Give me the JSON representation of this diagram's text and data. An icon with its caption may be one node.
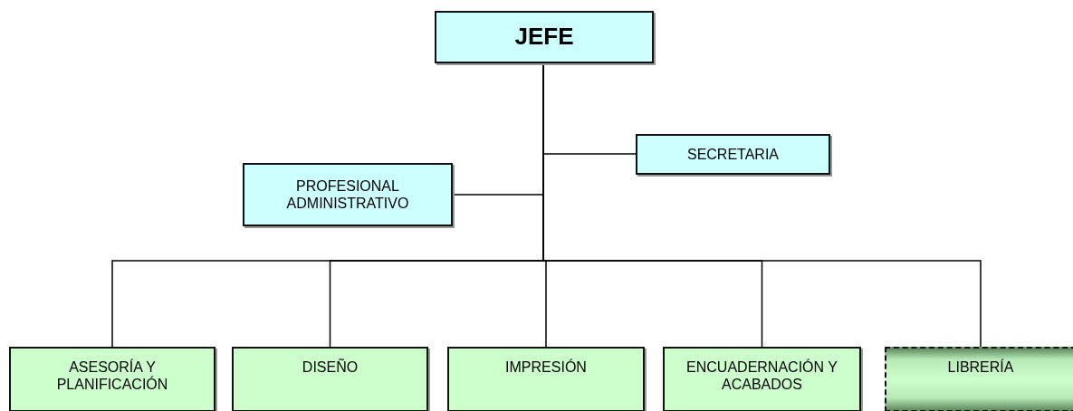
{
  "diagram": {
    "nodes": [
      {
        "text": [
          "JEFE"
        ]
      },
      {
        "text": [
          "SECRETARIA"
        ]
      },
      {
        "text": [
          "PROFESIONAL ADMINISTRATIVO"
        ]
      },
      {
        "text": [
          "ASESORÍA Y PLANIFICACIÓN"
        ]
      },
      {
        "text": [
          "DISEÑO"
        ]
      },
      {
        "text": [
          "IMPRESIÓN"
        ]
      },
      {
        "text": [
          "ENCUADERNACIÓN Y ACABADOS"
        ]
      },
      {
        "text": [
          "LIBRERÍA"
        ]
      }
    ],
    "edges": [
      {
        "from": 0,
        "to": 1,
        "arrow": "none"
      },
      {
        "from": 0,
        "to": 2,
        "arrow": "none"
      },
      {
        "from": 0,
        "to": 3,
        "arrow": "none"
      },
      {
        "from": 0,
        "to": 4,
        "arrow": "none"
      },
      {
        "from": 0,
        "to": 5,
        "arrow": "none"
      },
      {
        "from": 0,
        "to": 6,
        "arrow": "none"
      },
      {
        "from": 0,
        "to": 7,
        "arrow": "none"
      }
    ]
  }
}
